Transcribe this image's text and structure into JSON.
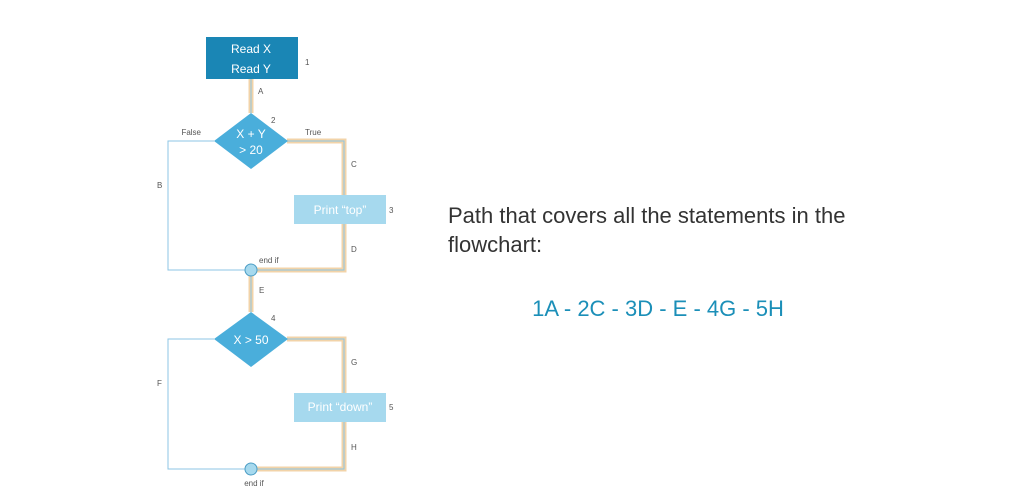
{
  "flowchart": {
    "nodes": {
      "read": {
        "line1": "Read X",
        "line2": "Read Y",
        "num": "1"
      },
      "cond1": {
        "line1": "X + Y",
        "line2": "> 20",
        "num": "2"
      },
      "print_top": {
        "label": "Print “top”",
        "num": "3"
      },
      "endif1": {
        "label": "end if"
      },
      "cond2": {
        "label": "X > 50",
        "num": "4"
      },
      "print_down": {
        "label": "Print “down”",
        "num": "5"
      },
      "endif2": {
        "label": "end if"
      }
    },
    "branches": {
      "false": "False",
      "true": "True"
    },
    "edges": {
      "A": "A",
      "B": "B",
      "C": "C",
      "D": "D",
      "E": "E",
      "F": "F",
      "G": "G",
      "H": "H"
    }
  },
  "panel": {
    "heading": "Path that covers all the statements in the flowchart:",
    "path": "1A - 2C - 3D - E - 4G - 5H"
  },
  "colors": {
    "primary_box": "#1a86b5",
    "diamond": "#4aaedb",
    "light_box": "#a6d9ee",
    "highlight_path": "#f2d3a8",
    "thin_line": "#8cc6e4",
    "path_text": "#1b8fb8"
  }
}
